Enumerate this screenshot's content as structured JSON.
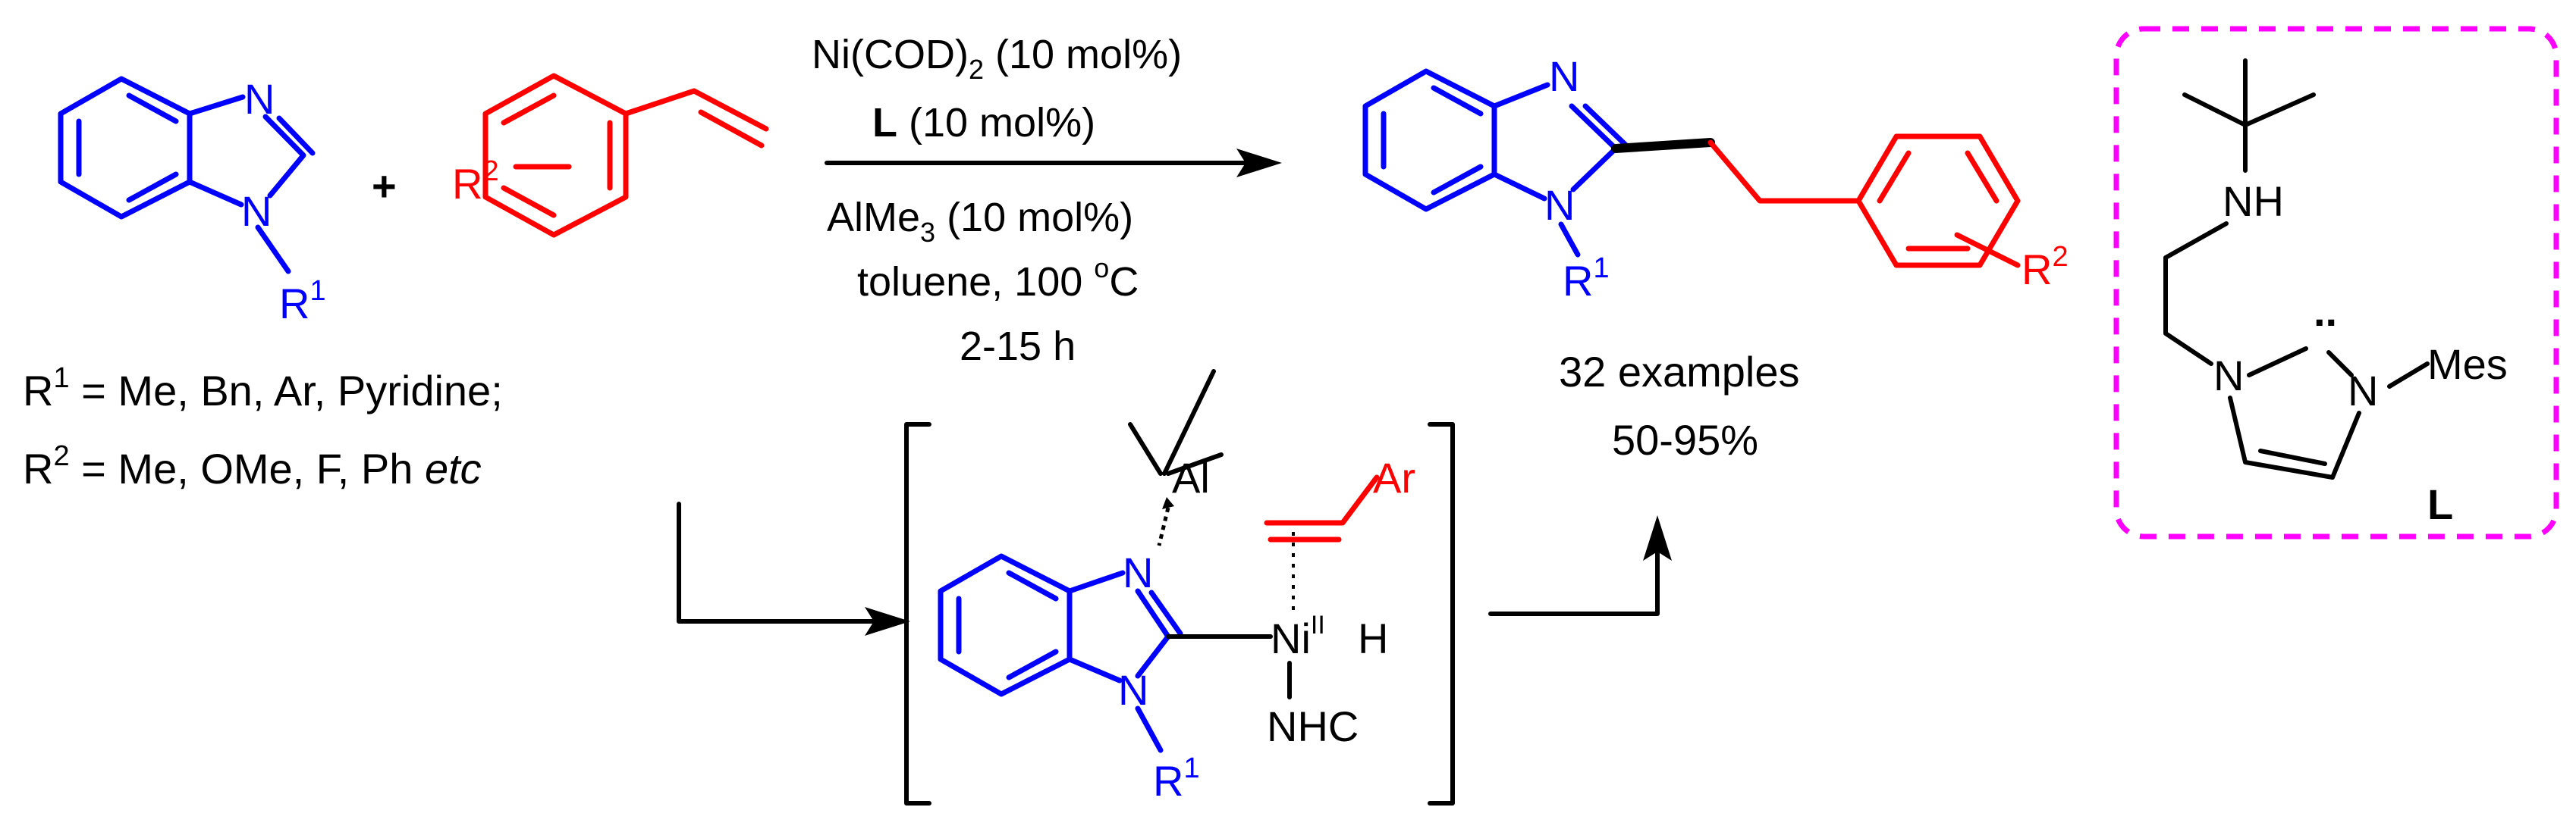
{
  "colors": {
    "benzimidazole": "#0000ff",
    "styrene": "#ff0000",
    "reagents": "#000000",
    "ligand_box": "#ff00ff"
  },
  "reactant1": {
    "atom_N": "N",
    "atom_N_sub": "N",
    "r1": "R",
    "r1_sup": "1"
  },
  "plus": "+",
  "reactant2": {
    "r2": "R",
    "r2_sup": "2"
  },
  "conditions": {
    "line1_main": "Ni(COD)",
    "line1_sub": "2",
    "line1_tail": " (10 mol%)",
    "line2_bold": "L",
    "line2_tail": " (10 mol%)",
    "line3_main": "AlMe",
    "line3_sub": "3",
    "line3_tail": " (10 mol%)",
    "line4_main": "toluene, 100 ",
    "line4_sup": "o",
    "line4_tail": "C",
    "line5": "2-15 h"
  },
  "substituents": {
    "r1_prefix": "R",
    "r1_sup": "1",
    "r1_list": " = Me, Bn, Ar, Pyridine;",
    "r2_prefix": "R",
    "r2_sup": "2",
    "r2_list": " = Me, OMe, F, Ph ",
    "r2_etc": "etc"
  },
  "product": {
    "atom_N": "N",
    "atom_N_sub": "N",
    "r1": "R",
    "r1_sup": "1",
    "r2": "R",
    "r2_sup": "2"
  },
  "summary": {
    "examples": "32 examples",
    "yield": "50-95%"
  },
  "intermediate": {
    "al": "Al",
    "n_top": "N",
    "n_bottom": "N",
    "r1": "R",
    "r1_sup": "1",
    "ni": "Ni",
    "ni_sup": "II",
    "h": "H",
    "nhc": "NHC",
    "ar": "Ar"
  },
  "ligand": {
    "nh": "NH",
    "n_left": "N",
    "n_right": "N",
    "mes": "Mes",
    "carbene_dots": "..",
    "label": "L"
  }
}
